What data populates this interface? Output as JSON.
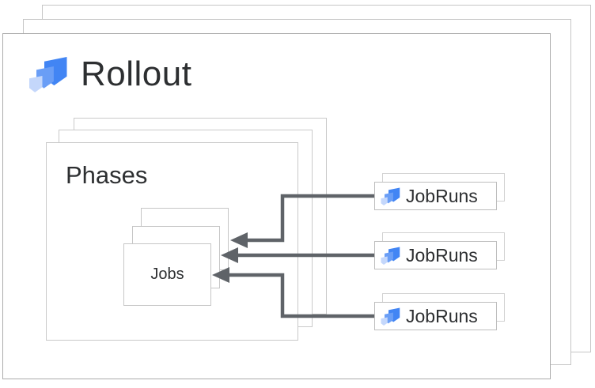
{
  "diagram": {
    "rollout": {
      "label": "Rollout",
      "icon": "deploy-icon"
    },
    "phases": {
      "label": "Phases"
    },
    "jobs": {
      "label": "Jobs"
    },
    "jobruns": [
      {
        "label": "JobRuns",
        "icon": "deploy-icon"
      },
      {
        "label": "JobRuns",
        "icon": "deploy-icon"
      },
      {
        "label": "JobRuns",
        "icon": "deploy-icon"
      }
    ]
  },
  "colors": {
    "icon_blue_large": "#4285f4",
    "icon_blue_mid": "#6a9ef6",
    "icon_blue_small": "#c4d7fb",
    "arrow": "#5f6368"
  }
}
